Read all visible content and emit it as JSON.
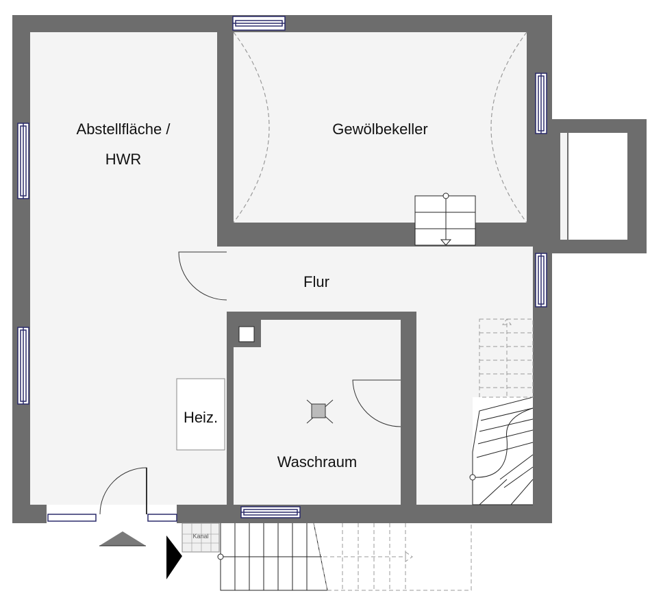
{
  "rooms": {
    "storage_line1": "Abstellfläche /",
    "storage_line2": "HWR",
    "vault_cellar": "Gewölbekeller",
    "hallway": "Flur",
    "laundry": "Waschraum",
    "heating": "Heiz.",
    "channel": "Kanal"
  },
  "colors": {
    "wall": "#6d6d6d",
    "floor": "#f4f4f4",
    "line": "#222222",
    "dashed": "#9a9a9a",
    "window_frame": "#2a2a6a"
  }
}
